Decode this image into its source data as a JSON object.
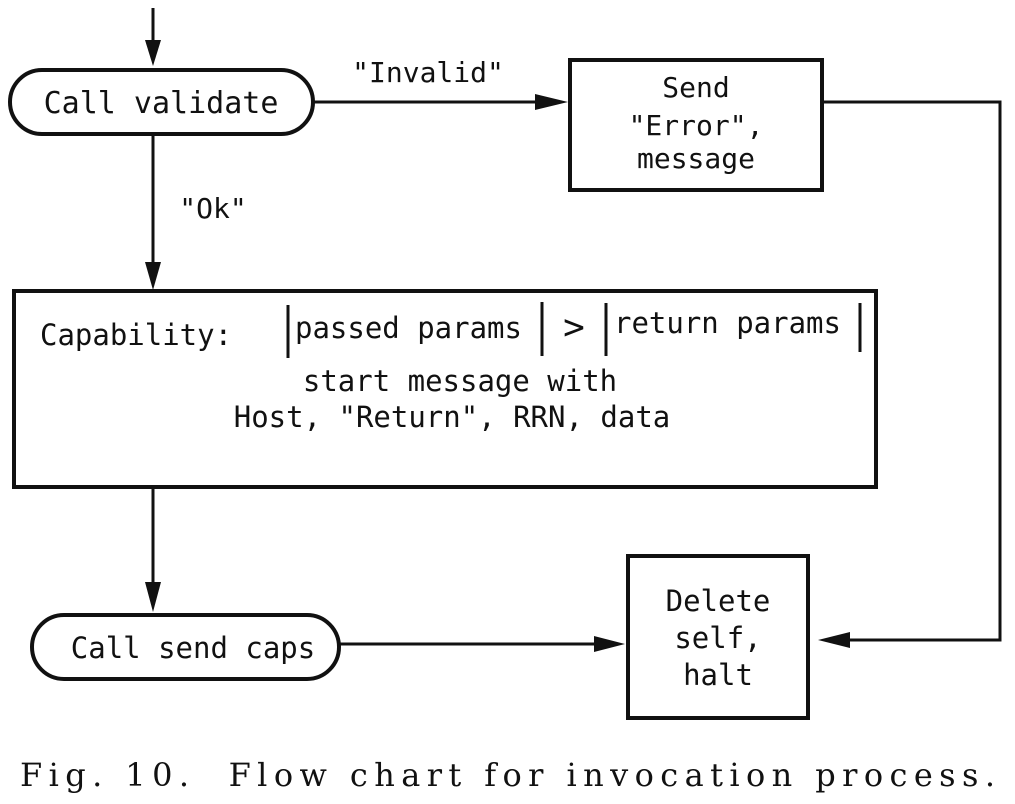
{
  "nodes": {
    "call_validate": {
      "label": "Call validate"
    },
    "send_error": {
      "lines": [
        "Send",
        "\"Error\",",
        "message"
      ]
    },
    "capability": {
      "label": "Capability:",
      "passed_params": "passed params",
      "operator": ">",
      "return_params": "return params",
      "body_lines": [
        "start message with",
        "Host, \"Return\", RRN, data"
      ]
    },
    "call_send_caps": {
      "label": "Call send caps"
    },
    "delete_self": {
      "lines": [
        "Delete",
        "self,",
        "halt"
      ]
    }
  },
  "edges": {
    "invalid": {
      "label": "\"Invalid\""
    },
    "ok": {
      "label": "\"Ok\""
    }
  },
  "caption": "Fig. 10.  Flow chart for invocation process."
}
